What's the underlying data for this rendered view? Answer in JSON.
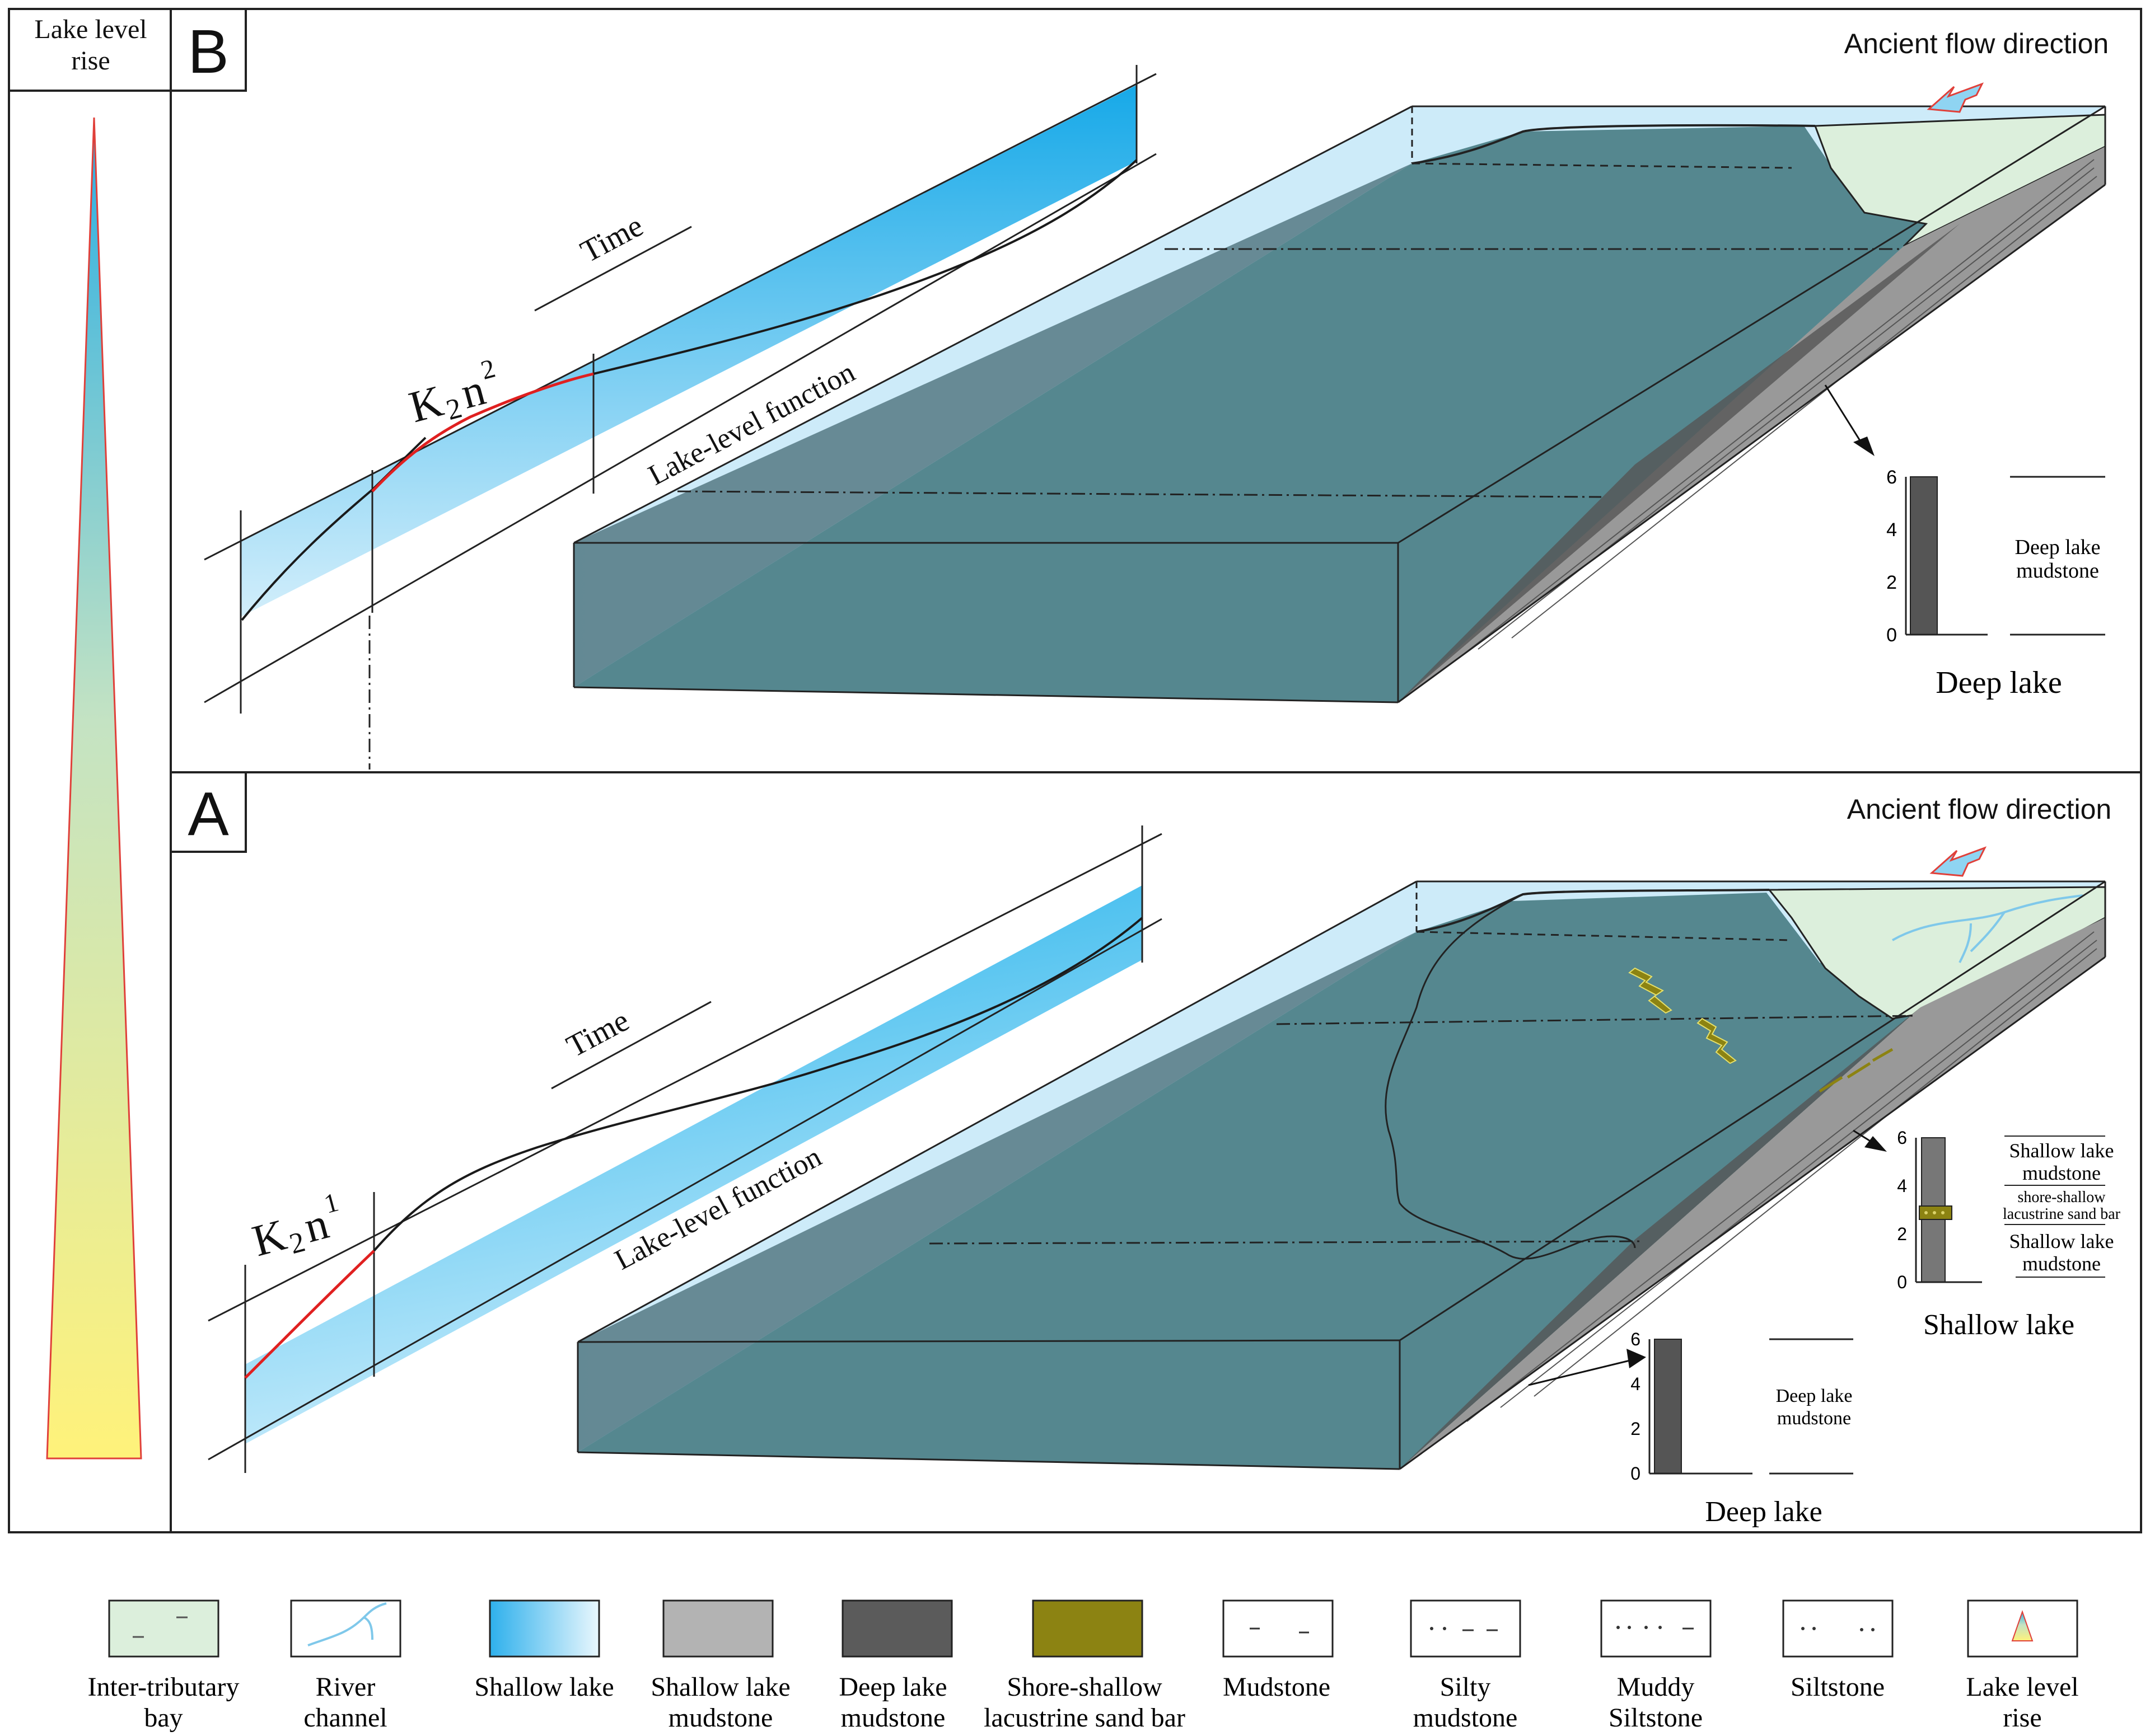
{
  "left_panel": {
    "title_line1": "Lake level",
    "title_line2": "rise"
  },
  "panel_b": {
    "letter": "B",
    "flow_label": "Ancient flow direction",
    "time_label": "Time",
    "function_label": "Lake-level function",
    "unit_main": "K",
    "unit_sub": "2",
    "unit_n": "n",
    "unit_sup": "2",
    "column": {
      "ticks": [
        "0",
        "2",
        "4",
        "6"
      ],
      "label_line1": "Deep lake",
      "label_line2": "mudstone",
      "caption": "Deep lake"
    }
  },
  "panel_a": {
    "letter": "A",
    "flow_label": "Ancient flow direction",
    "time_label": "Time",
    "function_label": "Lake-level function",
    "unit_main": "K",
    "unit_sub": "2",
    "unit_n": "n",
    "unit_sup": "1",
    "shallow_column": {
      "ticks": [
        "0",
        "2",
        "4",
        "6"
      ],
      "top_line1": "Shallow lake",
      "top_line2": "mudstone",
      "mid_line1": "shore-shallow",
      "mid_line2": "lacustrine sand bar",
      "bottom_line1": "Shallow lake",
      "bottom_line2": "mudstone",
      "caption": "Shallow lake"
    },
    "deep_column": {
      "ticks": [
        "0",
        "2",
        "4",
        "6"
      ],
      "label_line1": "Deep lake",
      "label_line2": "mudstone",
      "caption": "Deep lake"
    }
  },
  "legend": [
    {
      "name": "inter-tributary-bay",
      "line1": "Inter-tributary",
      "line2": "bay"
    },
    {
      "name": "river-channel",
      "line1": "River",
      "line2": "channel"
    },
    {
      "name": "shallow-lake",
      "line1": "Shallow lake",
      "line2": ""
    },
    {
      "name": "shallow-lake-mudstone",
      "line1": "Shallow lake",
      "line2": "mudstone"
    },
    {
      "name": "deep-lake-mudstone",
      "line1": "Deep lake",
      "line2": "mudstone"
    },
    {
      "name": "sand-bar",
      "line1": "Shore-shallow",
      "line2": "lacustrine sand bar"
    },
    {
      "name": "mudstone",
      "line1": "Mudstone",
      "line2": ""
    },
    {
      "name": "silty-mudstone",
      "line1": "Silty",
      "line2": "mudstone"
    },
    {
      "name": "muddy-siltstone",
      "line1": "Muddy",
      "line2": "Siltstone"
    },
    {
      "name": "siltstone",
      "line1": "Siltstone",
      "line2": ""
    },
    {
      "name": "lake-level-rise",
      "line1": "Lake level",
      "line2": "rise"
    }
  ],
  "colors": {
    "deep_water": "#568d96",
    "shallow_water": "#bde5f5",
    "bay": "#dcefdc",
    "river": "#7fc8ea",
    "shallow_mud": "#b3b3b3",
    "deep_mud": "#5b5b5b",
    "sand_bar": "#8c8312"
  }
}
